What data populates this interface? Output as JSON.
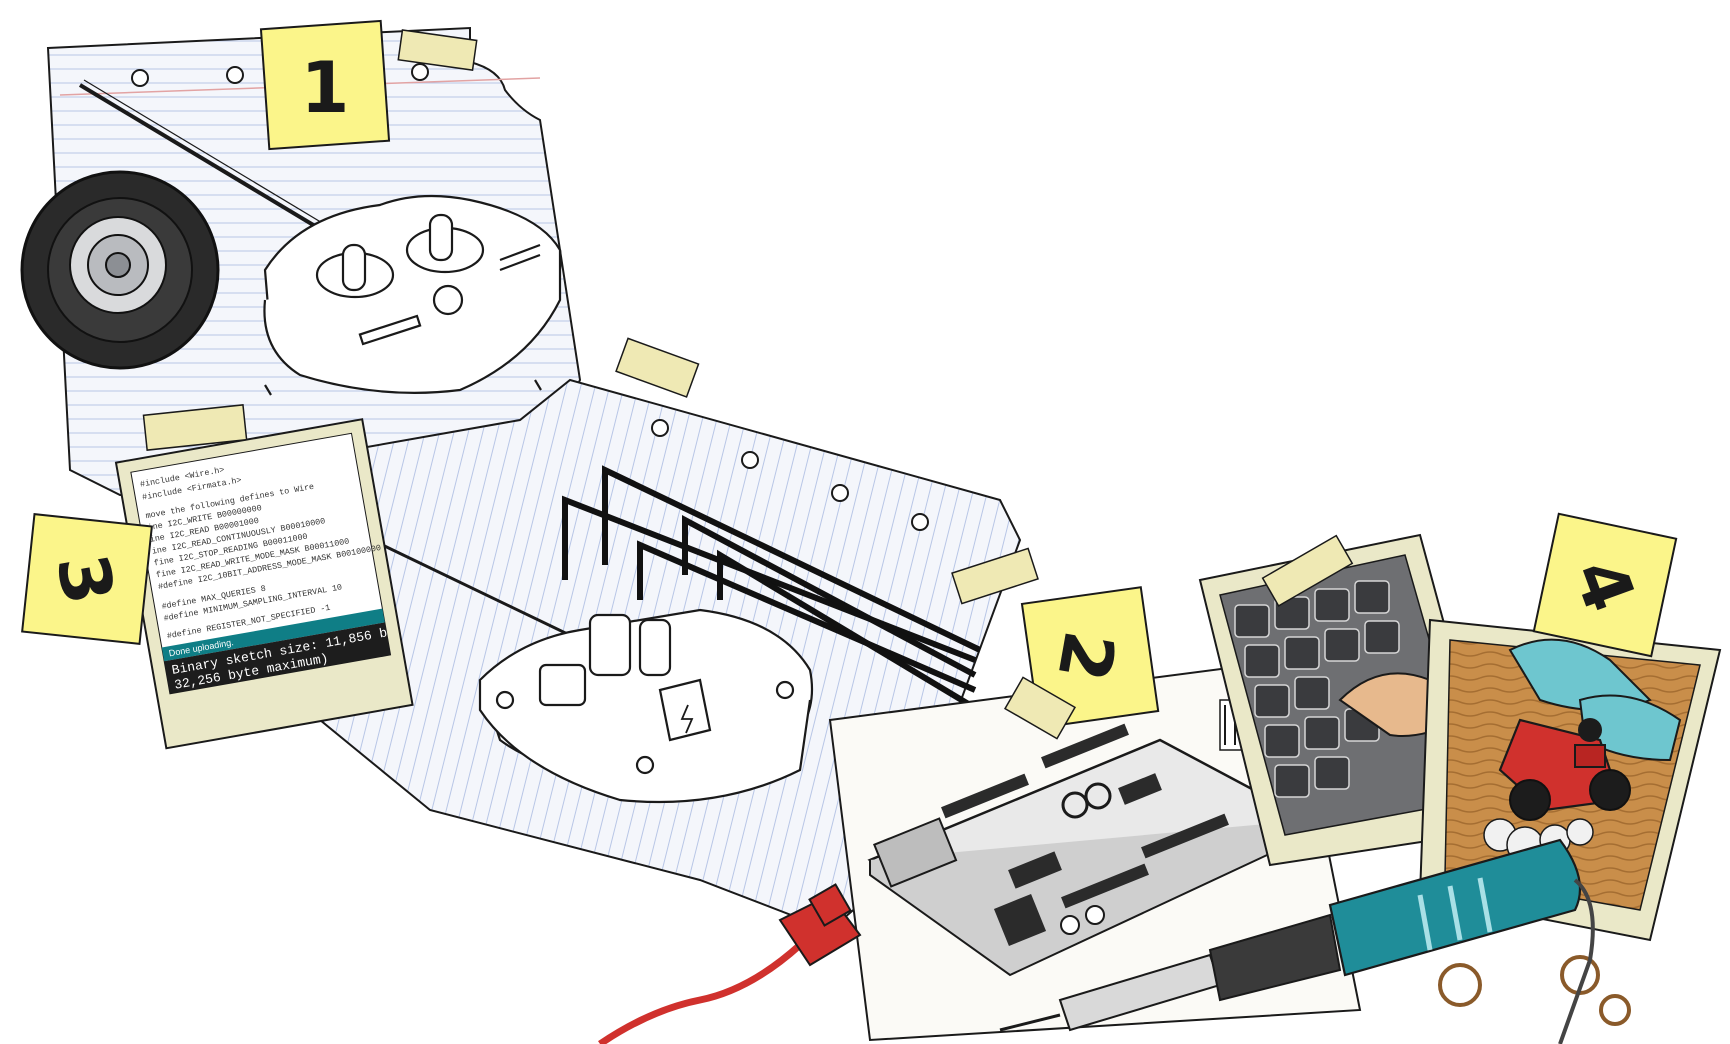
{
  "illustration": {
    "subject": "arduino-rc-car-project-illustration"
  },
  "sticky_notes": [
    {
      "id": "note-1",
      "label": "1"
    },
    {
      "id": "note-2",
      "label": "2"
    },
    {
      "id": "note-3",
      "label": "3"
    },
    {
      "id": "note-4",
      "label": "4"
    }
  ],
  "code_photo": {
    "lines": [
      "#include <Wire.h>",
      "#include <Firmata.h>",
      "move the following defines to Wire",
      "ine I2C_WRITE B00000000",
      "ine I2C_READ B00001000",
      "ine I2C_READ_CONTINUOUSLY B00010000",
      "fine I2C_STOP_READING B00011000",
      "fine I2C_READ_WRITE_MODE_MASK B00011000",
      "#define I2C_10BIT_ADDRESS_MODE_MASK B00100000",
      "#define MAX_QUERIES 8",
      "#define MINIMUM_SAMPLING_INTERVAL 10",
      "#define REGISTER_NOT_SPECIFIED -1"
    ],
    "status": "Done uploading.",
    "console_line_1": "Binary sketch size: 11,856 b",
    "console_line_2": "32,256 byte maximum)"
  },
  "colors": {
    "sticky": "#fbf58a",
    "tape": "#efe9b4",
    "paper": "#f4f6fb",
    "paper_lines": "#b8c6e6",
    "margin_line": "#e2a3a3",
    "ink": "#1a1a1a",
    "teal": "#1f8d99",
    "red_cable": "#d0312d"
  }
}
